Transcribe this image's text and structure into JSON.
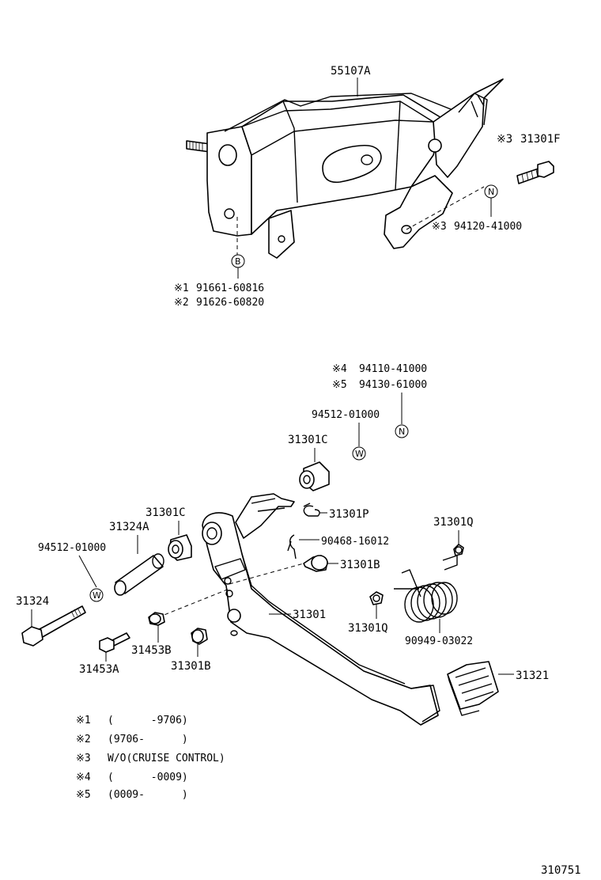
{
  "parts": {
    "bracket": "55107A",
    "bolt_31301F": "31301F",
    "bolt_31301F_prefix": "※3",
    "n_upper_badge": "N",
    "nut_94120": "94120-41000",
    "nut_94120_prefix": "※3",
    "b_badge": "B",
    "bolt_1": "91661-60816",
    "bolt_1_prefix": "※1",
    "bolt_2": "91626-60820",
    "bolt_2_prefix": "※2",
    "nut_4": "94110-41000",
    "nut_4_prefix": "※4",
    "nut_5": "94130-61000",
    "nut_5_prefix": "※5",
    "n_lower_badge": "N",
    "washer_upper": "94512-01000",
    "w_upper_badge": "W",
    "bushing_upper": "31301C",
    "clip_31301P": "31301P",
    "bushing_lower": "31301C",
    "collar": "31324A",
    "washer_left": "94512-01000",
    "w_left_badge": "W",
    "pin_90468": "90468-16012",
    "cushion_31301B_upper": "31301B",
    "bolt_31324": "31324",
    "pedal_31301": "31301",
    "cushion_31453B": "31453B",
    "bolt_31453A": "31453A",
    "cushion_31301B_lower": "31301B",
    "spring_clip_upper": "31301Q",
    "spring_clip_lower": "31301Q",
    "spring": "90949-03022",
    "pad": "31321"
  },
  "notes": [
    {
      "mark": "※1",
      "text": "(      -9706)"
    },
    {
      "mark": "※2",
      "text": "(9706-      )"
    },
    {
      "mark": "※3",
      "text": "W/O(CRUISE CONTROL)"
    },
    {
      "mark": "※4",
      "text": "(      -0009)"
    },
    {
      "mark": "※5",
      "text": "(0009-      )"
    }
  ],
  "figure_number": "310751"
}
